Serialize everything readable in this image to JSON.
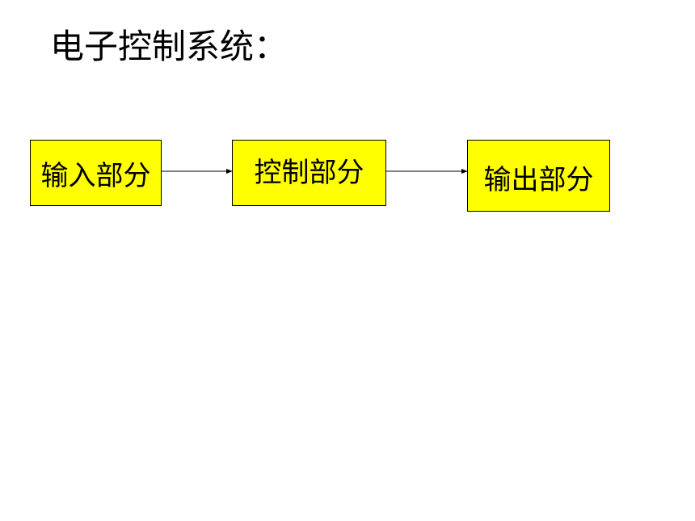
{
  "title": "电子控制系统：",
  "boxes": {
    "input": "输入部分",
    "control": "控制部分",
    "output": "输出部分"
  },
  "colors": {
    "box_fill": "#ffff00",
    "line": "#000000"
  }
}
